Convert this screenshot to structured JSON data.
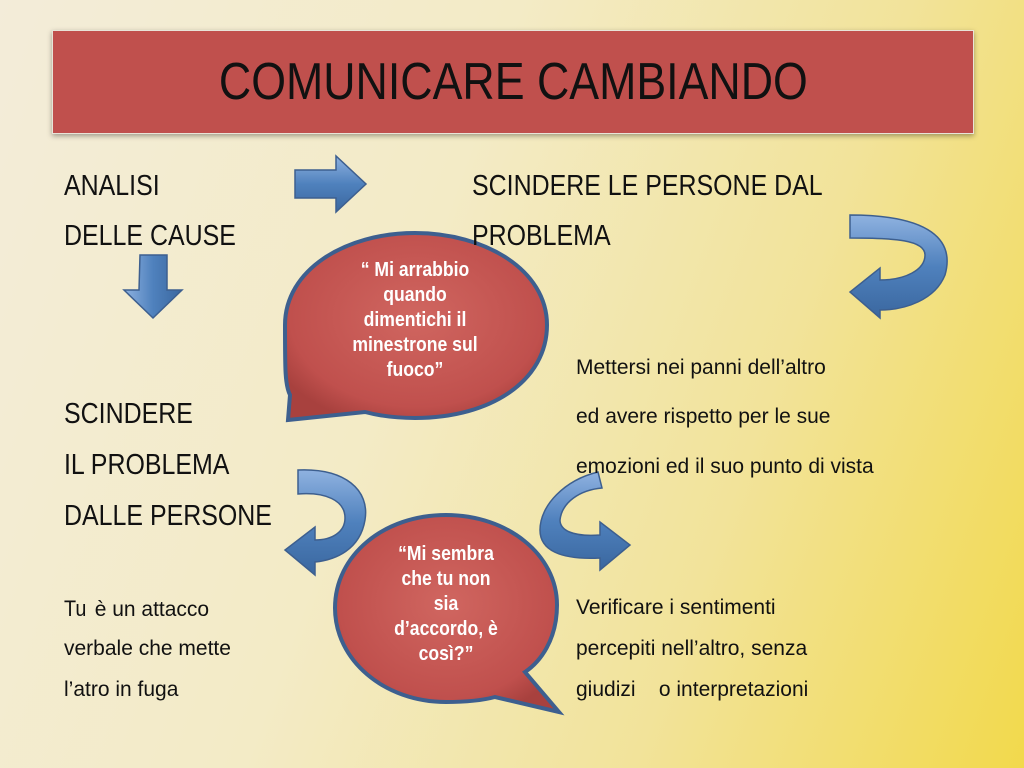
{
  "title": "COMUNICARE CAMBIANDO",
  "left_col": {
    "analisi": "ANALISI",
    "delle_cause": "DELLE CAUSE",
    "scindere": "SCINDERE",
    "il_problema": "IL PROBLEMA",
    "dalle_persone": "DALLE PERSONE",
    "tu": "Tu",
    "tu_rest": " è un attacco",
    "line2": "verbale che mette",
    "line3": " l’atro in fuga"
  },
  "right_col": {
    "heading1": "SCINDERE LE PERSONE DAL",
    "heading2": "PROBLEMA",
    "mettersi1": "Mettersi nei panni dell’altro",
    "mettersi2": "ed avere rispetto per le sue",
    "mettersi3": "emozioni ed il suo punto di vista",
    "verif1": "Verificare i sentimenti",
    "verif2": "percepiti nell’altro, senza",
    "verif3": "giudizi    o interpretazioni"
  },
  "bubble1": {
    "line1": "“ Mi arrabbio",
    "line2": "quando",
    "line3": "dimentichi il",
    "line4": "minestrone sul",
    "line5": "fuoco”"
  },
  "bubble2": {
    "line1": "“Mi sembra",
    "line2": "che tu non",
    "line3": "sia",
    "line4": "d’accordo, è",
    "line5": "così?”"
  },
  "colors": {
    "title_bg": "#c0504d",
    "bubble_fill": "#c0504d",
    "bubble_border": "#3d5f8f",
    "arrow_fill": "#4f81bd"
  }
}
